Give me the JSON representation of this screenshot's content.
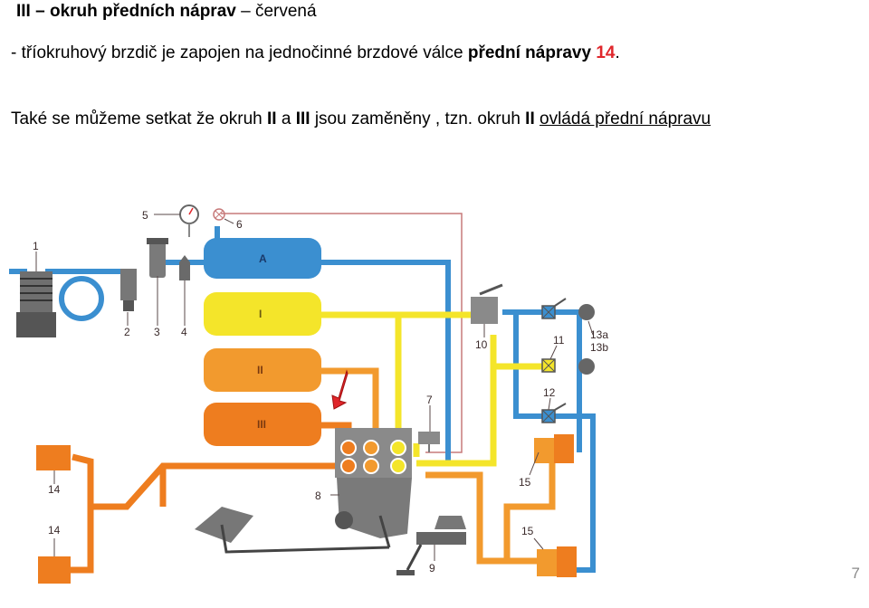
{
  "heading": {
    "part1": "III – okruh předních náprav",
    "part2": " – červená"
  },
  "text1": {
    "prefix": "- tříokruhový brzdič je zapojen na jednočinné brzdové válce ",
    "bold": "přední nápravy",
    "space": " ",
    "number": "14",
    "suffix": "."
  },
  "text2": {
    "a": "Také se můžeme setkat že okruh ",
    "b": "II",
    "c": " a ",
    "d": "III",
    "e": " jsou zaměněny , tzn. okruh ",
    "f": "II",
    "g": " ",
    "h": "ovládá přední nápravu"
  },
  "diagram": {
    "tanks": [
      "A",
      "I",
      "II",
      "III"
    ],
    "labels": [
      "1",
      "2",
      "3",
      "4",
      "5",
      "6",
      "7",
      "8",
      "9",
      "10",
      "11",
      "12",
      "13a",
      "13b",
      "14",
      "14",
      "15",
      "15"
    ],
    "colors": {
      "blue": "#3b8fd0",
      "yellow": "#f4e52a",
      "orange_light": "#f29a2e",
      "orange_dark": "#ee7d1f",
      "red_arrow": "#e0262b"
    }
  },
  "page_number": "7"
}
